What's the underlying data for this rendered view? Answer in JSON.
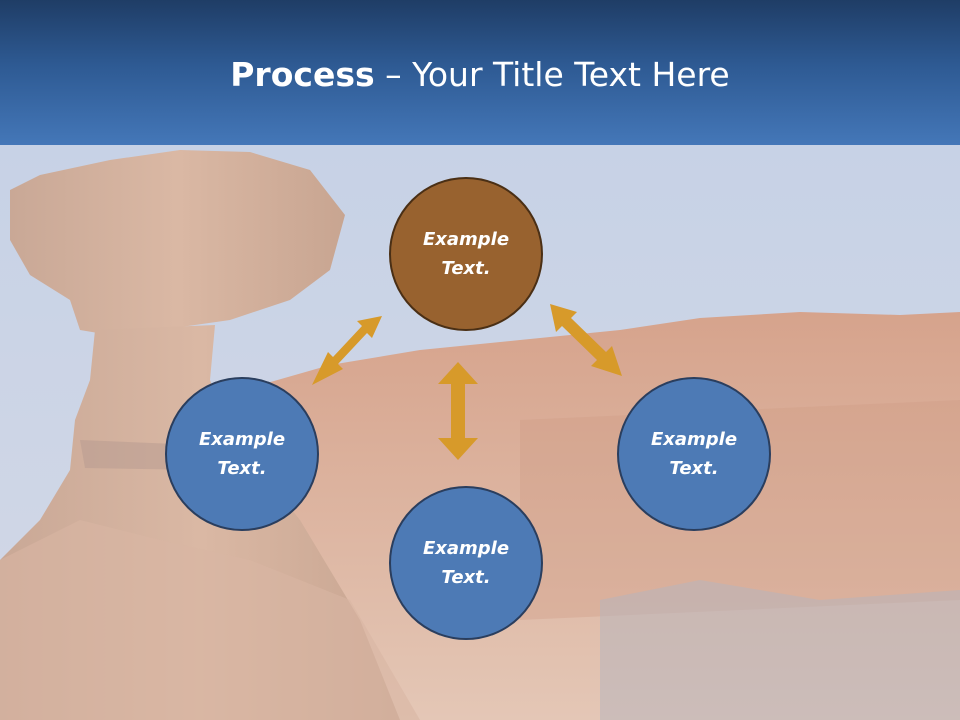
{
  "slide": {
    "title_bold": "Process",
    "title_rest": " – Your Title Text Here"
  },
  "diagram": {
    "nodes": [
      {
        "id": "top",
        "label": "Example Text.",
        "color": "#98622f"
      },
      {
        "id": "left",
        "label": "Example Text.",
        "color": "#4d7ab5"
      },
      {
        "id": "bottom",
        "label": "Example Text.",
        "color": "#4d7ab5"
      },
      {
        "id": "right",
        "label": "Example Text.",
        "color": "#4d7ab5"
      }
    ],
    "arrow_color": "#d79a2a",
    "connections": [
      {
        "from": "top",
        "to": "left",
        "style": "double-headed"
      },
      {
        "from": "top",
        "to": "bottom",
        "style": "double-headed"
      },
      {
        "from": "top",
        "to": "right",
        "style": "double-headed"
      }
    ]
  }
}
